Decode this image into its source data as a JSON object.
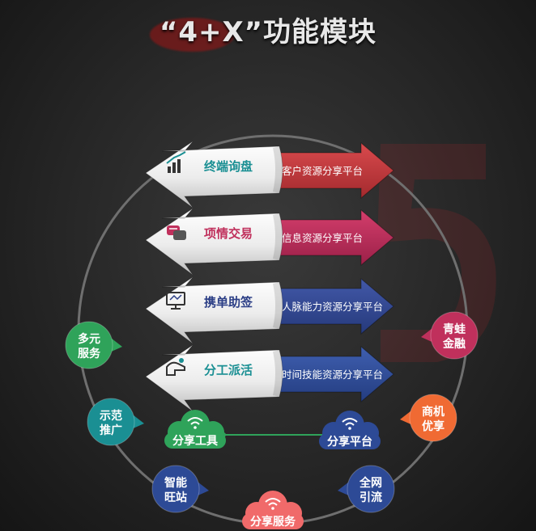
{
  "title": "“4+X”功能模块",
  "colors": {
    "teal": "#1a8f93",
    "pink": "#c0305c",
    "navy": "#2c3f86",
    "green": "#2fa35a",
    "red_arrow": "#c8393d",
    "blue_arrow": "#2d4a96",
    "orange": "#f06a33",
    "ring": "#6f6f6f",
    "ribbon": "#ededed"
  },
  "rows": [
    {
      "left": "终端询盘",
      "right": "客户资源分享平台",
      "icon": "chart-icon",
      "left_color": "#1a8f93",
      "right_color": "#c8393d"
    },
    {
      "left": "项情交易",
      "right": "信息资源分享平台",
      "icon": "chat-icon",
      "left_color": "#c0305c",
      "right_color": "#c0305c"
    },
    {
      "left": "携单助签",
      "right": "人脉能力资源分享平台",
      "icon": "monitor-icon",
      "left_color": "#2c3f86",
      "right_color": "#2c3f86"
    },
    {
      "left": "分工派活",
      "right": "时间技能资源分享平台",
      "icon": "hand-icon",
      "left_color": "#1a8f93",
      "right_color": "#2d4a96"
    }
  ],
  "bubbles": [
    {
      "line1": "多元",
      "line2": "服务",
      "color": "#2fa35a"
    },
    {
      "line1": "示范",
      "line2": "推广",
      "color": "#1a8f93"
    },
    {
      "line1": "智能",
      "line2": "旺站",
      "color": "#2d4a96"
    },
    {
      "line1": "全网",
      "line2": "引流",
      "color": "#2d4a96"
    },
    {
      "line1": "商机",
      "line2": "优享",
      "color": "#f06a33"
    },
    {
      "line1": "青蛙",
      "line2": "金融",
      "color": "#c0305c"
    }
  ],
  "clouds": {
    "tools": "分享工具",
    "platform": "分享平台",
    "service": "分享服务"
  }
}
